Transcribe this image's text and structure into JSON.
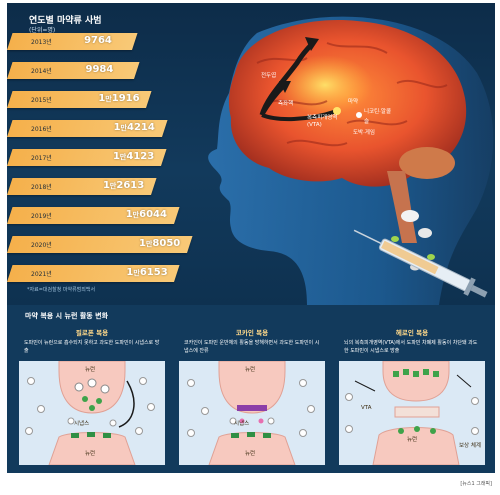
{
  "chart_data": {
    "type": "bar",
    "title": "연도별 마약류 사범",
    "unit": "(단위=명)",
    "categories": [
      "2013년",
      "2014년",
      "2015년",
      "2016년",
      "2017년",
      "2018년",
      "2019년",
      "2020년",
      "2021년"
    ],
    "values": [
      9764,
      9984,
      11916,
      14214,
      14123,
      12613,
      16044,
      18050,
      16153
    ],
    "value_labels": [
      {
        "big": "",
        "small": "",
        "tail": "9764"
      },
      {
        "big": "",
        "small": "",
        "tail": "9984"
      },
      {
        "big": "1",
        "small": "만",
        "tail": "1916"
      },
      {
        "big": "1",
        "small": "만",
        "tail": "4214"
      },
      {
        "big": "1",
        "small": "만",
        "tail": "4123"
      },
      {
        "big": "1",
        "small": "만",
        "tail": "2613"
      },
      {
        "big": "1",
        "small": "만",
        "tail": "6044"
      },
      {
        "big": "1",
        "small": "만",
        "tail": "8050"
      },
      {
        "big": "1",
        "small": "만",
        "tail": "6153"
      }
    ],
    "source": "*자료=대검찰청 마약류범죄백서",
    "bar_color": "#f5b04b"
  },
  "brain": {
    "labels": [
      "전두엽",
      "측좌핵",
      "복측피개영역 (VTA)",
      "마약",
      "니코틴·알콜",
      "술",
      "도박·게임"
    ]
  },
  "lower": {
    "title": "마약 복용 시 뉴런 활동 변화",
    "panels": [
      {
        "title": "필로폰 복용",
        "desc": "도파민이 뉴런으로 흡수되지 못하고 과도한 도파민이 시냅스로 방출",
        "neuron_top": "뉴런",
        "synapse": "시냅스",
        "neuron_bottom": "뉴런"
      },
      {
        "title": "코카인 복용",
        "desc": "코카인이 도파민 운반체의 활동을 방해하면서 과도한 도파민이 시냅스에 잔류",
        "neuron_top": "뉴런",
        "synapse": "시냅스",
        "neuron_bottom": "뉴런"
      },
      {
        "title": "헤로인 복용",
        "desc": "뇌의 복측피개영역(VTA)에서 도파민 차폐제 활동이 차단돼 과도한 도파민이 시냅스로 방출",
        "vta": "VTA",
        "neuron_bottom": "뉴런",
        "reward": "보상 체계"
      }
    ]
  },
  "credit": "[뉴스1 그래픽]"
}
